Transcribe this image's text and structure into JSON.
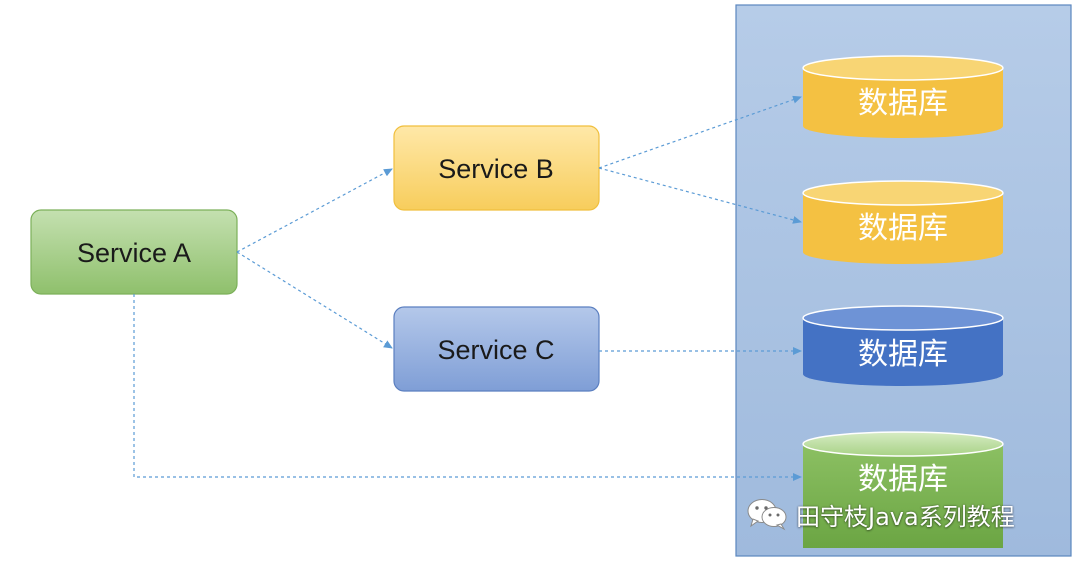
{
  "services": {
    "a": {
      "label": "Service A"
    },
    "b": {
      "label": "Service B"
    },
    "c": {
      "label": "Service C"
    }
  },
  "databases": [
    {
      "label": "数据库",
      "color": "yellow"
    },
    {
      "label": "数据库",
      "color": "yellow"
    },
    {
      "label": "数据库",
      "color": "blue"
    },
    {
      "label": "数据库",
      "color": "green"
    }
  ],
  "watermark": {
    "text": "田守枝Java系列教程",
    "icon": "wechat-icon"
  },
  "colors": {
    "service_a_fill": "#a9d18e",
    "service_b_fill": "#ffd966",
    "service_c_fill": "#8ea9db",
    "db_yellow": "#f4c142",
    "db_blue": "#4472c4",
    "db_green": "#70ad47",
    "panel_fill": "#a8c1e3",
    "arrow": "#5b9bd5"
  }
}
